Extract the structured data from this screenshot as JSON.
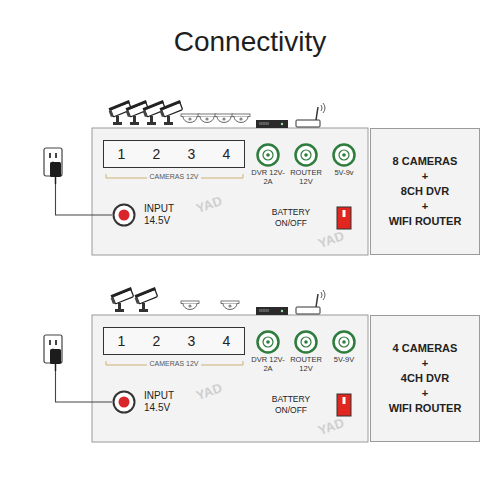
{
  "diagram": {
    "title": "Connectivity",
    "nodes": [
      {
        "text": [
          "1",
          "2",
          "3",
          "4"
        ]
      },
      {
        "text": [
          "DVR 12V-2A"
        ]
      },
      {
        "text": [
          "ROUTER 12V"
        ]
      },
      {
        "text": [
          "5V-9v"
        ]
      },
      {
        "text": [
          "INPUT 14.5V"
        ]
      },
      {
        "text": [
          "BATTERY ON/OFF"
        ]
      },
      {
        "text": [
          "8 CAMERAS",
          "+",
          "8CH DVR",
          "+",
          "WIFI ROUTER"
        ]
      },
      {
        "text": [
          "1",
          "2",
          "3",
          "4"
        ]
      },
      {
        "text": [
          "DVR 12V-2A"
        ]
      },
      {
        "text": [
          "ROUTER 12V"
        ]
      },
      {
        "text": [
          "5V-9V"
        ]
      },
      {
        "text": [
          "INPUT 14.5V"
        ]
      },
      {
        "text": [
          "BATTERY ON/OFF"
        ]
      },
      {
        "text": [
          "4 CAMERAS",
          "+",
          "4CH DVR",
          "+",
          "WIFI ROUTER"
        ]
      }
    ],
    "labels": [
      "CAMERAS 12V",
      "YAD",
      "YAD",
      "CAMERAS 12V",
      "YAD",
      "YAD"
    ]
  }
}
